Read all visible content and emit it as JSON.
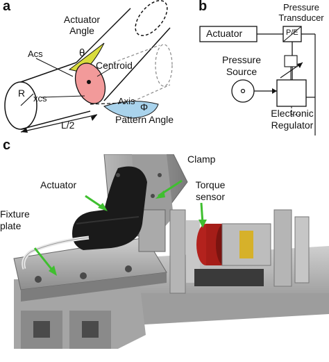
{
  "panels": {
    "a": {
      "letter": "a",
      "labels": {
        "actuator_angle": "Actuator\nAngle",
        "theta": "θ",
        "centroid": "Centroid",
        "a_cs": "Acs",
        "x_cs": "xcs",
        "r": "R",
        "half_length": "L/2",
        "axis": "Axis",
        "phi": "Φ",
        "pattern_angle": "Pattern Angle"
      }
    },
    "b": {
      "letter": "b",
      "labels": {
        "pressure_transducer": "Pressure\nTransducer",
        "transducer_symbol": "P/E",
        "actuator": "Actuator",
        "pressure_source": "Pressure\nSource",
        "electronic_regulator": "Electronic\nRegulator"
      }
    },
    "c": {
      "letter": "c",
      "labels": {
        "clamp": "Clamp",
        "actuator": "Actuator",
        "torque_sensor": "Torque\nsensor",
        "fixture_plate": "Fixture\nplate"
      }
    }
  },
  "colors": {
    "theta_fill": "#d9dc3c",
    "cross_section_fill": "#f29a9a",
    "phi_fill": "#a9d3ec",
    "arrow_green": "#3fbf2f",
    "line": "#111111"
  }
}
